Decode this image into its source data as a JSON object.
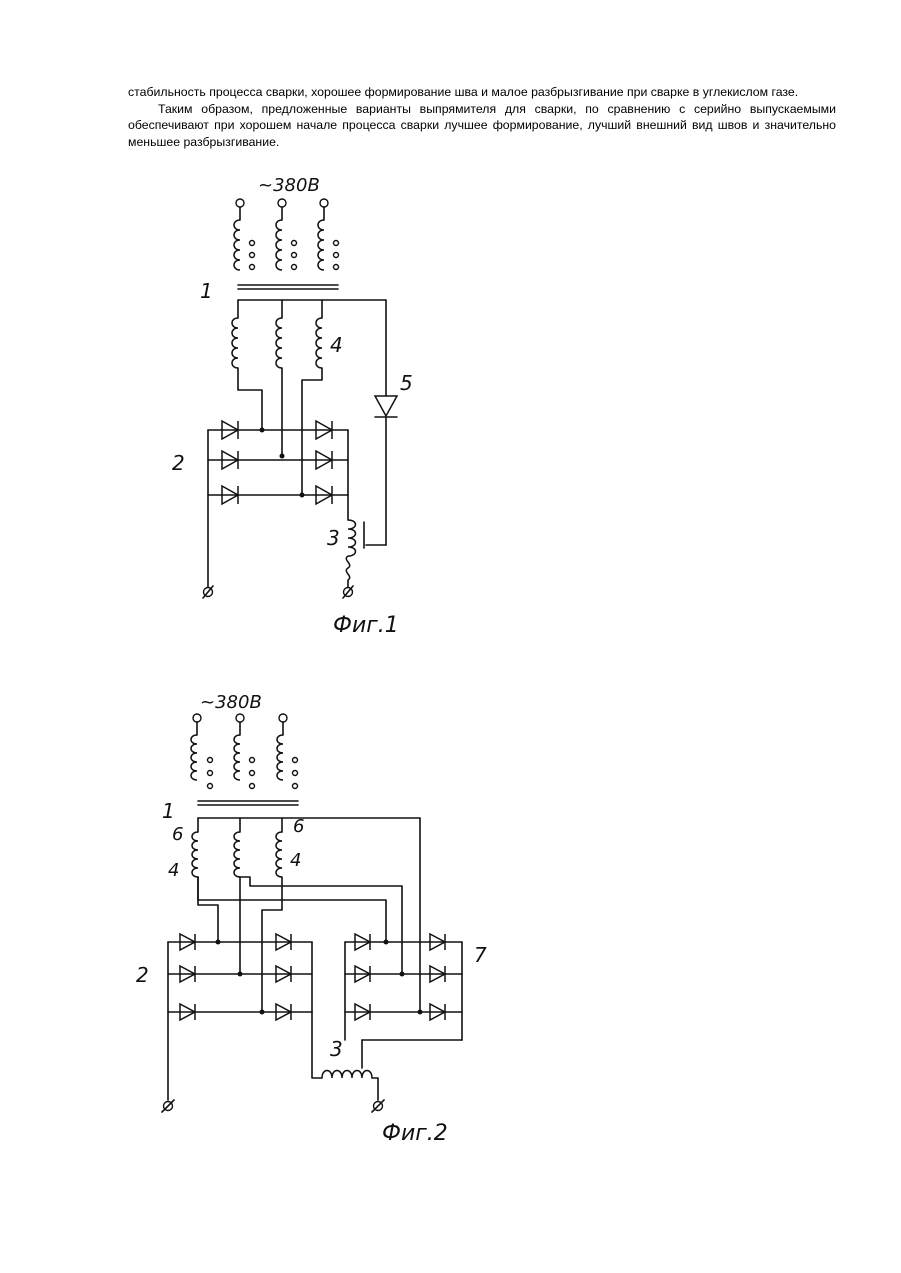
{
  "text": {
    "para1": "стабильность процесса сварки, хорошее формирование шва и малое разбрызгивание при сварке в углекислом газе.",
    "para2": "Таким образом, предложенные варианты выпрямителя для сварки, по сравнению с серийно выпускаемыми обеспечивают при хорошем начале процесса сварки лучшее формирование, лучший внешний вид швов и значительно меньшее разбрызгивание."
  },
  "fig1": {
    "voltage": "~380В",
    "caption": "Фиг.1",
    "labels": {
      "l1": "1",
      "l2": "2",
      "l3": "3",
      "l4": "4",
      "l5": "5"
    }
  },
  "fig2": {
    "voltage": "~380В",
    "caption": "Фиг.2",
    "labels": {
      "l1": "1",
      "l2": "2",
      "l3": "3",
      "l4a": "4",
      "l4b": "4",
      "l6a": "6",
      "l6b": "6",
      "l7": "7"
    }
  }
}
